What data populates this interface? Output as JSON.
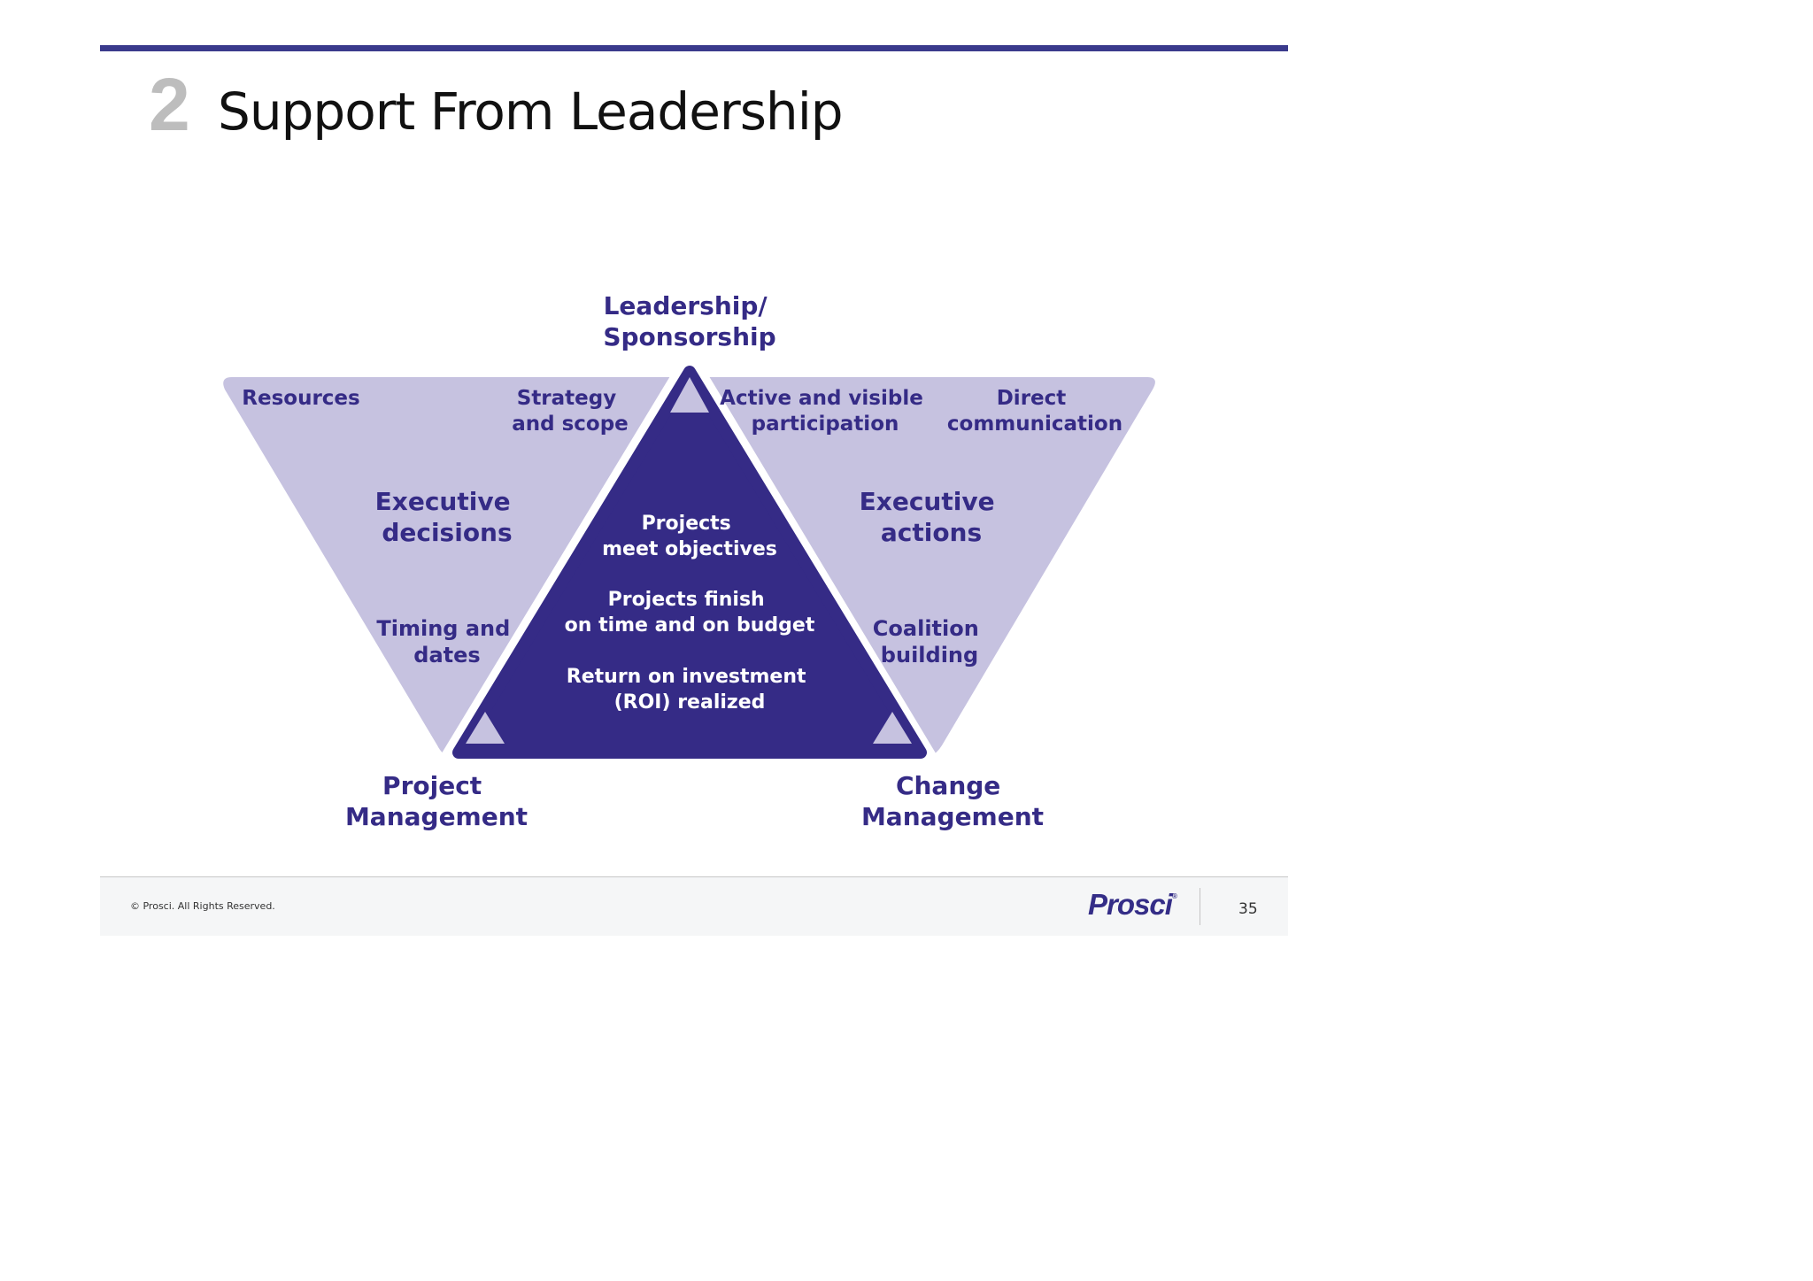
{
  "slide": {
    "number": "2",
    "title": "Support From Leadership",
    "page_number": "35",
    "copyright": "© Prosci. All Rights Reserved.",
    "brand": "Prosci"
  },
  "diagram": {
    "vertex_labels": {
      "top": [
        "Leadership/",
        "Sponsorship"
      ],
      "bottom_left": [
        "Project",
        "Management"
      ],
      "bottom_right": [
        "Change",
        "Management"
      ]
    },
    "left_side": {
      "resources": [
        "Resources"
      ],
      "strategy": [
        "Strategy",
        "and scope"
      ],
      "executive_decisions": [
        "Executive",
        "decisions"
      ],
      "timing": [
        "Timing and",
        "dates"
      ]
    },
    "right_side": {
      "participation": [
        "Active and visible",
        "participation"
      ],
      "communication": [
        "Direct",
        "communication"
      ],
      "executive_actions": [
        "Executive",
        "actions"
      ],
      "coalition": [
        "Coalition",
        "building"
      ]
    },
    "center": {
      "objectives": [
        "Projects",
        "meet objectives"
      ],
      "time_budget": [
        "Projects finish",
        "on time and on budget"
      ],
      "roi": [
        "Return on investment",
        "(ROI) realized"
      ]
    },
    "colors": {
      "light_fill": "#c6c2e0",
      "dark_fill": "#352b86",
      "label_color": "#352b86",
      "inner_text": "#ffffff"
    }
  }
}
